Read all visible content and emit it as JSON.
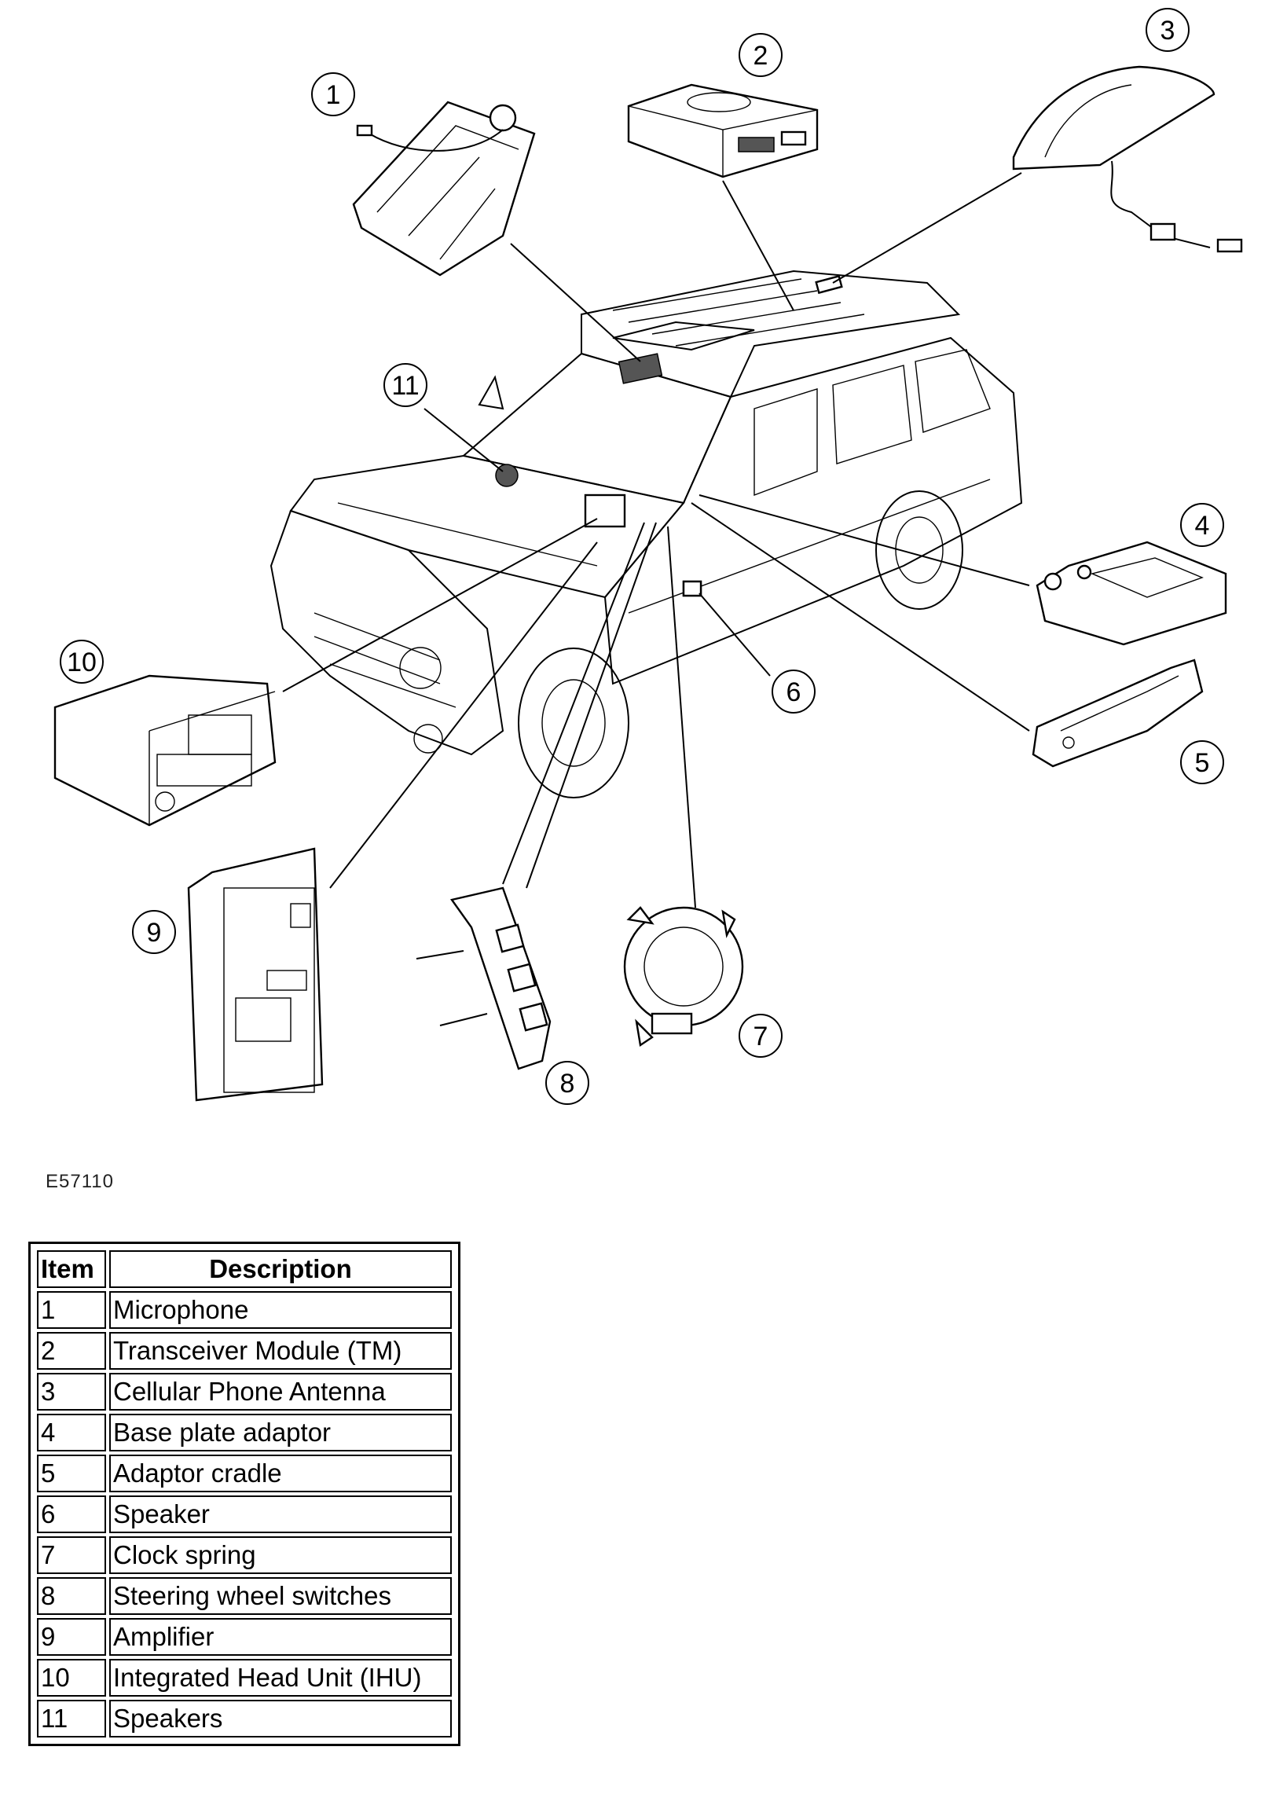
{
  "figure_id": "E57110",
  "callouts": [
    "1",
    "2",
    "3",
    "4",
    "5",
    "6",
    "7",
    "8",
    "9",
    "10",
    "11"
  ],
  "legend": {
    "headers": {
      "item": "Item",
      "description": "Description"
    },
    "rows": [
      {
        "item": "1",
        "description": "Microphone"
      },
      {
        "item": "2",
        "description": "Transceiver Module (TM)"
      },
      {
        "item": "3",
        "description": "Cellular Phone Antenna"
      },
      {
        "item": "4",
        "description": "Base plate adaptor"
      },
      {
        "item": "5",
        "description": "Adaptor cradle"
      },
      {
        "item": "6",
        "description": "Speaker"
      },
      {
        "item": "7",
        "description": "Clock spring"
      },
      {
        "item": "8",
        "description": "Steering wheel switches"
      },
      {
        "item": "9",
        "description": "Amplifier"
      },
      {
        "item": "10",
        "description": "Integrated Head Unit (IHU)"
      },
      {
        "item": "11",
        "description": "Speakers"
      }
    ]
  }
}
